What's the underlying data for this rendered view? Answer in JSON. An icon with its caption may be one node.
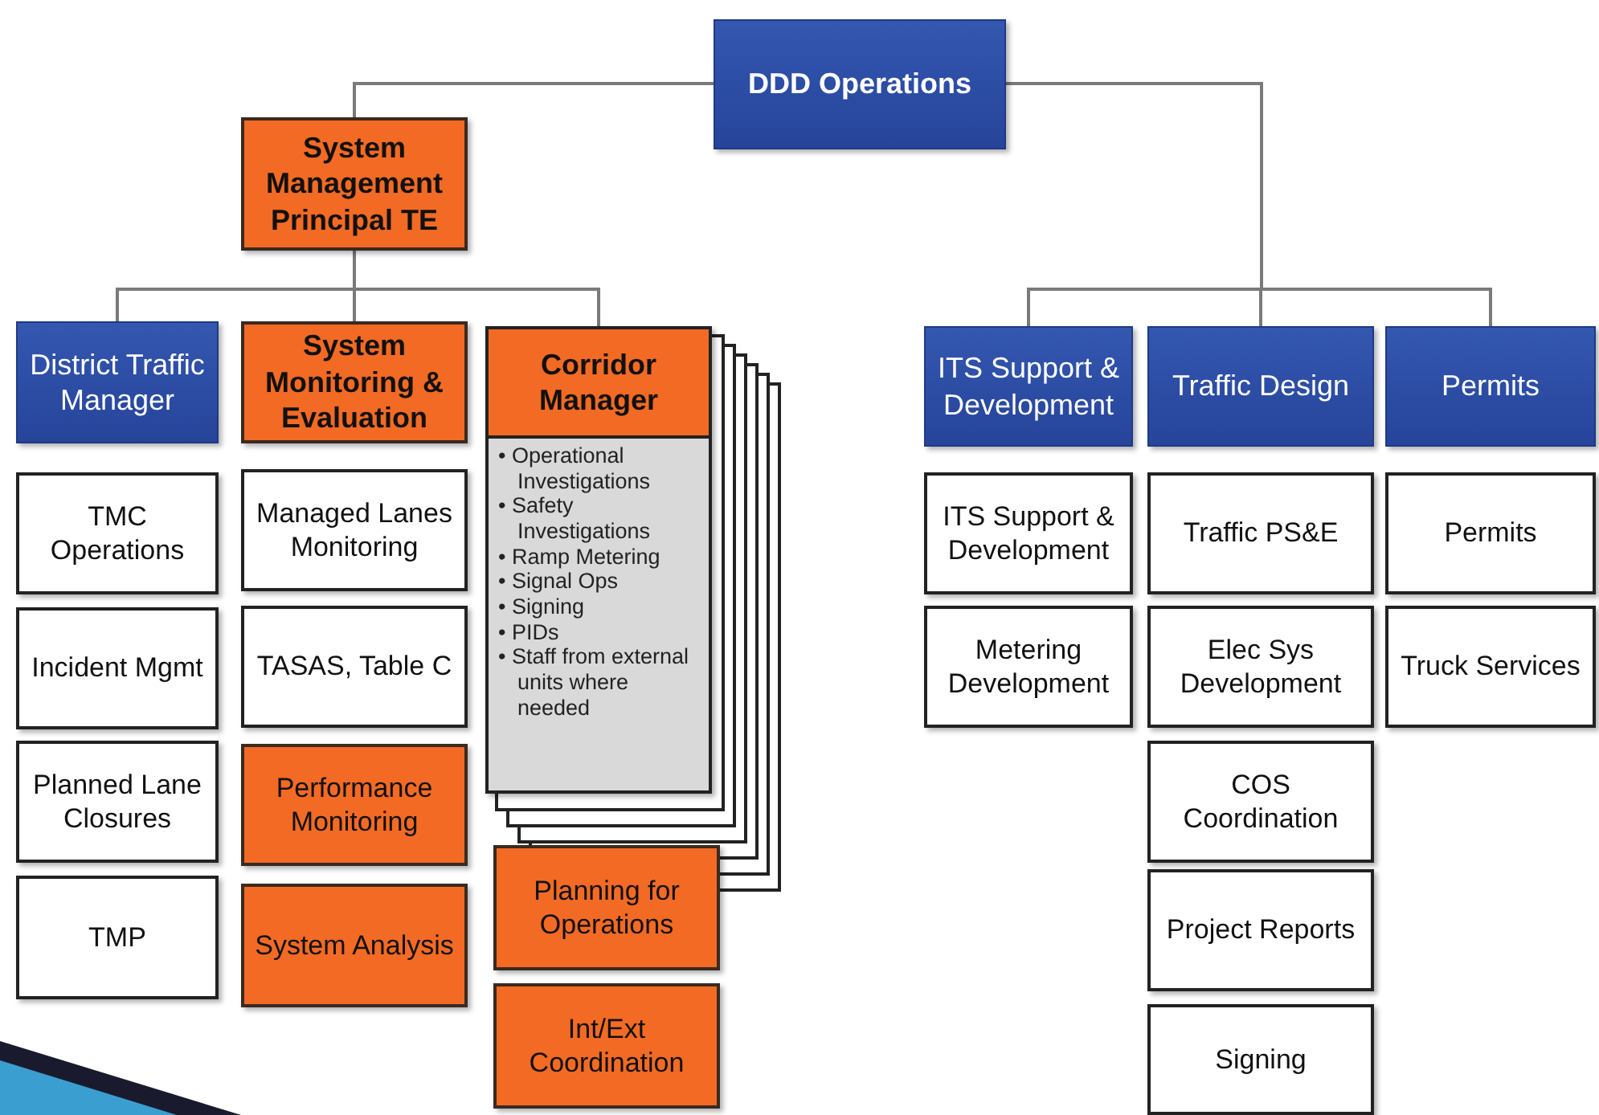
{
  "diagram": {
    "nodes": [
      {
        "text": [
          "DDD Operations"
        ]
      },
      {
        "text": [
          "System Management Principal TE"
        ]
      },
      {
        "text": [
          "District Traffic Manager"
        ]
      },
      {
        "text": [
          "System Monitoring & Evaluation"
        ]
      },
      {
        "text": [
          "Corridor Manager",
          "• Operational Investigations",
          "• Safety Investigations",
          "• Ramp Metering",
          "• Signal Ops",
          "• Signing",
          "• PIDs",
          "• Staff from external units where needed"
        ]
      },
      {
        "text": [
          "ITS Support & Development"
        ]
      },
      {
        "text": [
          "Traffic Design"
        ]
      },
      {
        "text": [
          "Permits"
        ]
      },
      {
        "text": [
          "TMC Operations"
        ]
      },
      {
        "text": [
          "Incident Mgmt"
        ]
      },
      {
        "text": [
          "Planned Lane Closures"
        ]
      },
      {
        "text": [
          "TMP"
        ]
      },
      {
        "text": [
          "Managed Lanes Monitoring"
        ]
      },
      {
        "text": [
          "TASAS, Table C"
        ]
      },
      {
        "text": [
          "Performance Monitoring"
        ]
      },
      {
        "text": [
          "System Analysis"
        ]
      },
      {
        "text": [
          "Planning for Operations"
        ]
      },
      {
        "text": [
          "Int/Ext Coordination"
        ]
      },
      {
        "text": [
          "ITS Support & Development"
        ]
      },
      {
        "text": [
          "Metering Development"
        ]
      },
      {
        "text": [
          "Traffic PS&E"
        ]
      },
      {
        "text": [
          "Elec Sys Development"
        ]
      },
      {
        "text": [
          "COS Coordination"
        ]
      },
      {
        "text": [
          "Project Reports"
        ]
      },
      {
        "text": [
          "Signing"
        ]
      },
      {
        "text": [
          "Permits"
        ]
      },
      {
        "text": [
          "Truck Services"
        ]
      }
    ],
    "edges": [
      {
        "from": 0,
        "to": 1,
        "arrow": "none"
      },
      {
        "from": 1,
        "to": 2,
        "arrow": "none"
      },
      {
        "from": 1,
        "to": 3,
        "arrow": "none"
      },
      {
        "from": 1,
        "to": 4,
        "arrow": "none"
      },
      {
        "from": 0,
        "to": 5,
        "arrow": "none"
      },
      {
        "from": 0,
        "to": 6,
        "arrow": "none"
      },
      {
        "from": 0,
        "to": 7,
        "arrow": "none"
      }
    ]
  }
}
